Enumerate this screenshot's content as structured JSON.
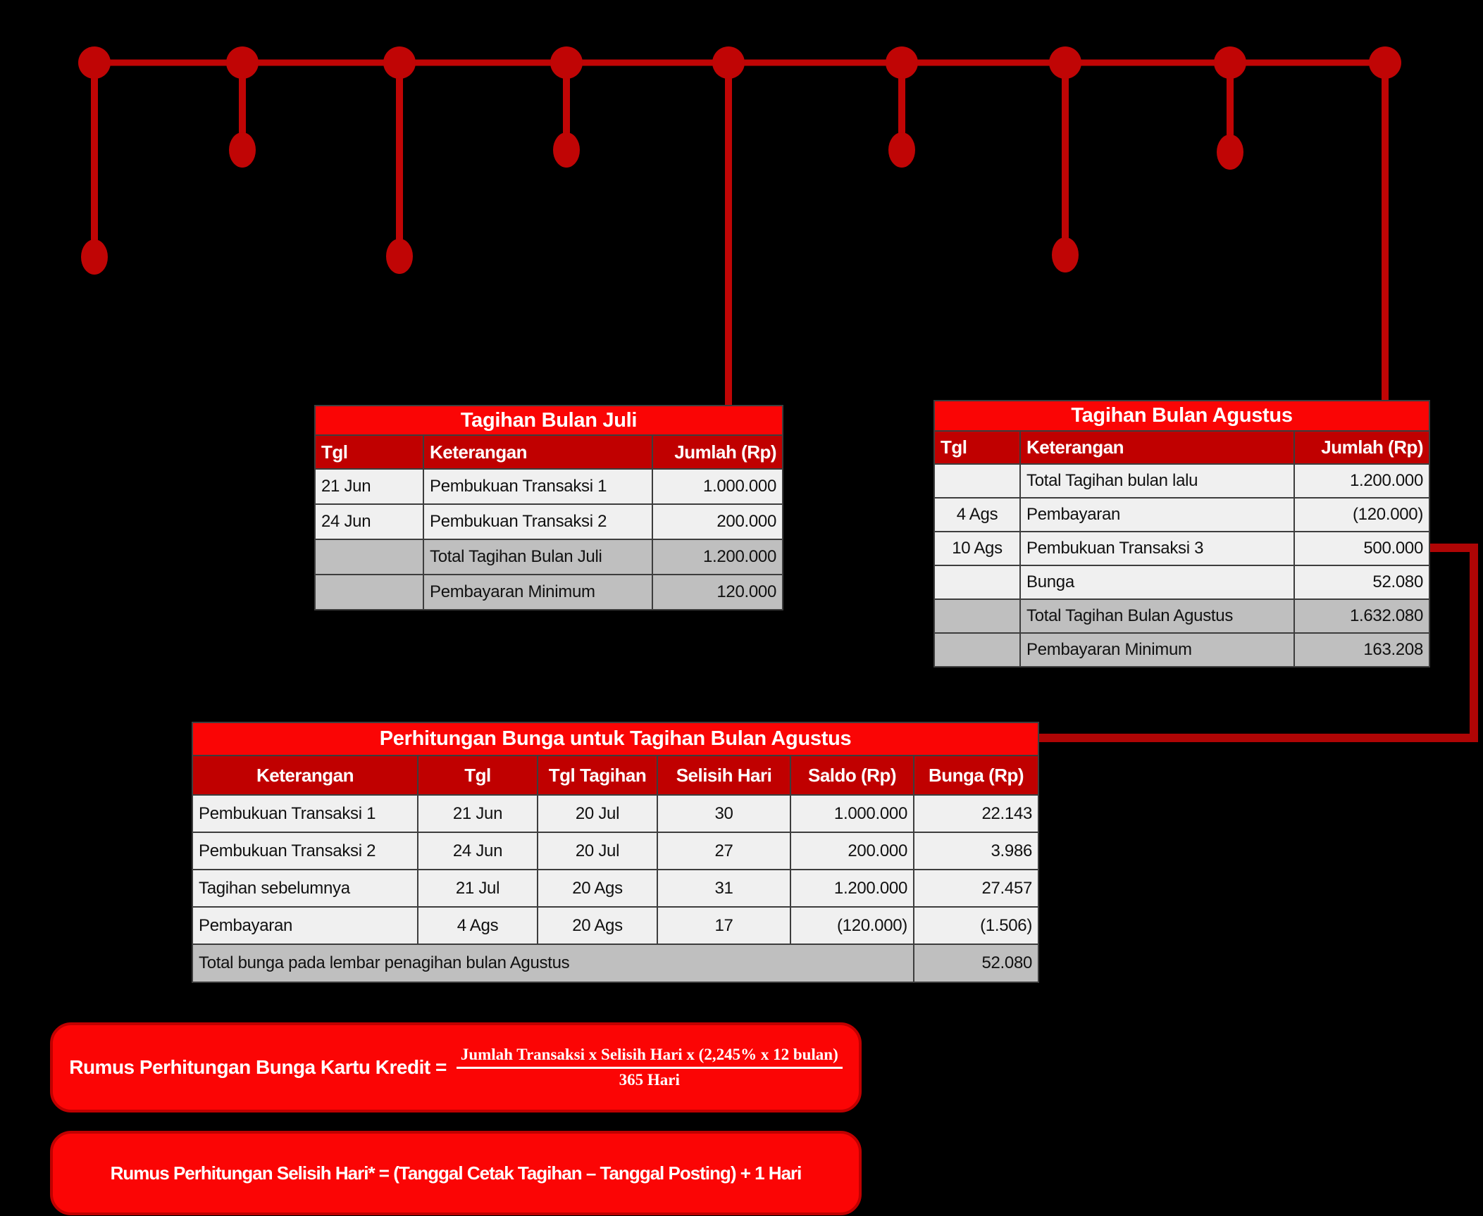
{
  "colors": {
    "background": "#000000",
    "timeline": "#C00505",
    "connector": "#AF0505",
    "table_title_bg": "#FA0505",
    "table_header_bg": "#C00000",
    "row_light": "#F0F0F0",
    "row_gray": "#BFBFBF",
    "grid_line": "#3D3D3D",
    "text_dark": "#111111",
    "text_white": "#FFFFFF",
    "formula_box_bg": "#FB0505"
  },
  "tables": {
    "juli": {
      "title": "Tagihan Bulan Juli",
      "headers": [
        "Tgl",
        "Keterangan",
        "Jumlah (Rp)"
      ],
      "rows": [
        [
          "21 Jun",
          "Pembukuan Transaksi 1",
          "1.000.000"
        ],
        [
          "24 Jun",
          "Pembukuan Transaksi 2",
          "200.000"
        ],
        [
          "",
          "Total Tagihan Bulan Juli",
          "1.200.000"
        ],
        [
          "",
          "Pembayaran Minimum",
          "120.000"
        ]
      ]
    },
    "agustus": {
      "title": "Tagihan Bulan Agustus",
      "headers": [
        "Tgl",
        "Keterangan",
        "Jumlah (Rp)"
      ],
      "rows": [
        [
          "",
          "Total Tagihan bulan lalu",
          "1.200.000"
        ],
        [
          "4 Ags",
          "Pembayaran",
          "(120.000)"
        ],
        [
          "10 Ags",
          "Pembukuan Transaksi 3",
          "500.000"
        ],
        [
          "",
          "Bunga",
          "52.080"
        ],
        [
          "",
          "Total Tagihan Bulan Agustus",
          "1.632.080"
        ],
        [
          "",
          "Pembayaran Minimum",
          "163.208"
        ]
      ]
    },
    "perhitungan": {
      "title": "Perhitungan Bunga untuk Tagihan Bulan Agustus",
      "headers": [
        "Keterangan",
        "Tgl",
        "Tgl Tagihan",
        "Selisih Hari",
        "Saldo (Rp)",
        "Bunga (Rp)"
      ],
      "rows": [
        [
          "Pembukuan Transaksi 1",
          "21 Jun",
          "20 Jul",
          "30",
          "1.000.000",
          "22.143"
        ],
        [
          "Pembukuan Transaksi 2",
          "24 Jun",
          "20 Jul",
          "27",
          "200.000",
          "3.986"
        ],
        [
          "Tagihan sebelumnya",
          "21 Jul",
          "20 Ags",
          "31",
          "1.200.000",
          "27.457"
        ],
        [
          "Pembayaran",
          "4 Ags",
          "20 Ags",
          "17",
          "(120.000)",
          "(1.506)"
        ]
      ],
      "total_label": "Total bunga pada lembar penagihan bulan Agustus",
      "total_value": "52.080"
    }
  },
  "formulas": {
    "bunga": {
      "label": "Rumus Perhitungan Bunga Kartu Kredit =",
      "numerator": "Jumlah Transaksi x Selisih Hari x (2,245% x 12 bulan)",
      "denominator": "365 Hari"
    },
    "selisih": {
      "text": "Rumus Perhitungan Selisih Hari* = (Tanggal Cetak Tagihan – Tanggal Posting) + 1 Hari"
    }
  }
}
